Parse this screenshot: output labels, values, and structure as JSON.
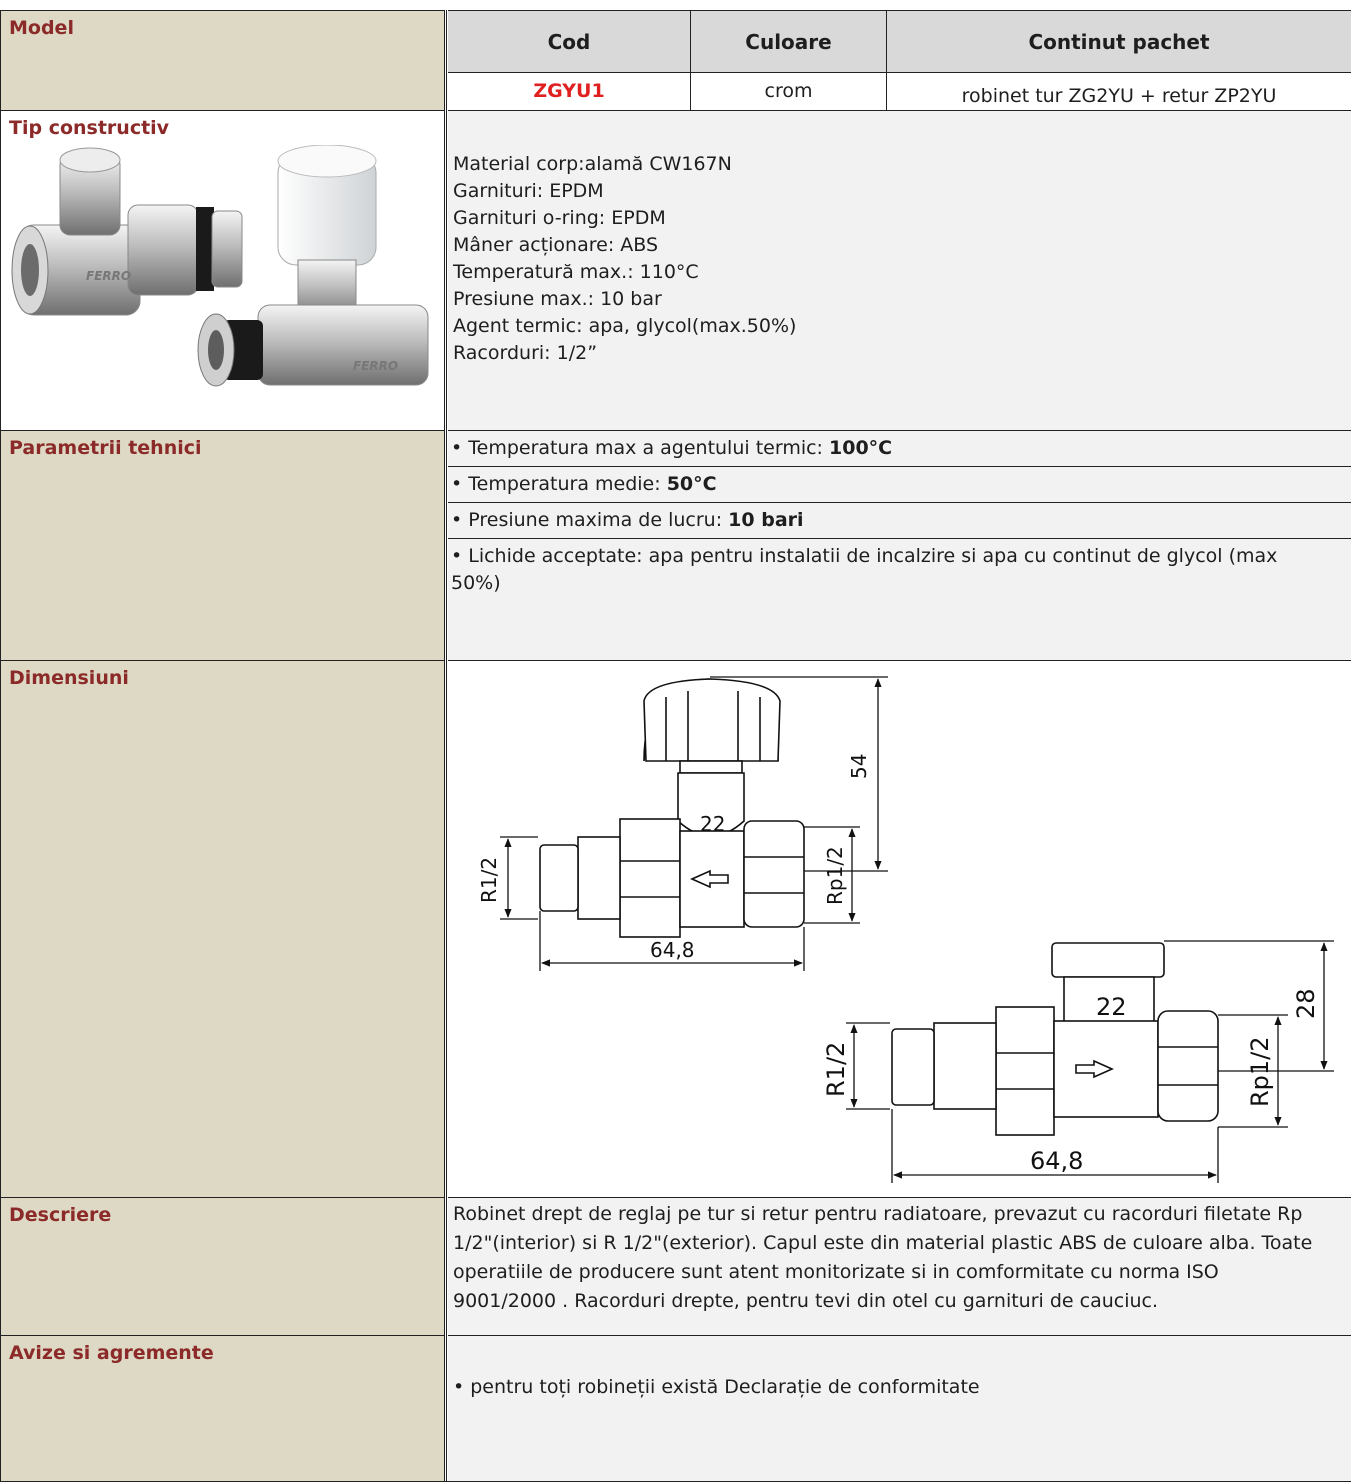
{
  "labels": {
    "model": "Model",
    "tip": "Tip constructiv",
    "param": "Parametrii tehnici",
    "dim": "Dimensiuni",
    "desc": "Descriere",
    "avize": "Avize si agremente"
  },
  "table": {
    "headers": [
      "Cod",
      "Culoare",
      "Continut pachet"
    ],
    "row": [
      "ZGYU1",
      "crom",
      "robinet tur ZG2YU + retur ZP2YU"
    ],
    "code_color": "#e02020"
  },
  "specs": [
    "Material corp:alamă CW167N",
    "Garnituri: EPDM",
    "Garnituri o-ring: EPDM",
    "Mâner acționare: ABS",
    "Temperatură max.: 110°C",
    "Presiune max.: 10 bar",
    "Agent termic: apa, glycol(max.50%)",
    "Racorduri: 1/2”"
  ],
  "params": [
    {
      "text": "• Temperatura max a agentului termic: ",
      "bold": "100°C"
    },
    {
      "text": "• Temperatura medie: ",
      "bold": "50°C"
    },
    {
      "text": "• Presiune maxima de lucru: ",
      "bold": "10 bari"
    },
    {
      "text": "• Lichide acceptate: apa pentru instalatii de incalzire si apa cu continut de glycol (max 50%)",
      "bold": ""
    }
  ],
  "photo": {
    "brand": "FERRO"
  },
  "drawing1": {
    "h": "54",
    "d": "22",
    "left": "R1/2",
    "right": "Rp1/2",
    "len": "64,8"
  },
  "drawing2": {
    "h": "28",
    "d": "22",
    "left": "R1/2",
    "right": "Rp1/2",
    "len": "64,8"
  },
  "description": "Robinet drept de reglaj pe tur si retur pentru radiatoare, prevazut cu racorduri filetate Rp 1/2\"(interior) si R 1/2\"(exterior). Capul este din material plastic ABS de culoare alba. Toate operatiile de producere sunt atent monitorizate si in comformitate cu norma ISO 9001/2000 . Racorduri drepte, pentru tevi din otel cu garnituri de cauciuc.",
  "avize": "• pentru toți robineții există Declarație de conformitate"
}
